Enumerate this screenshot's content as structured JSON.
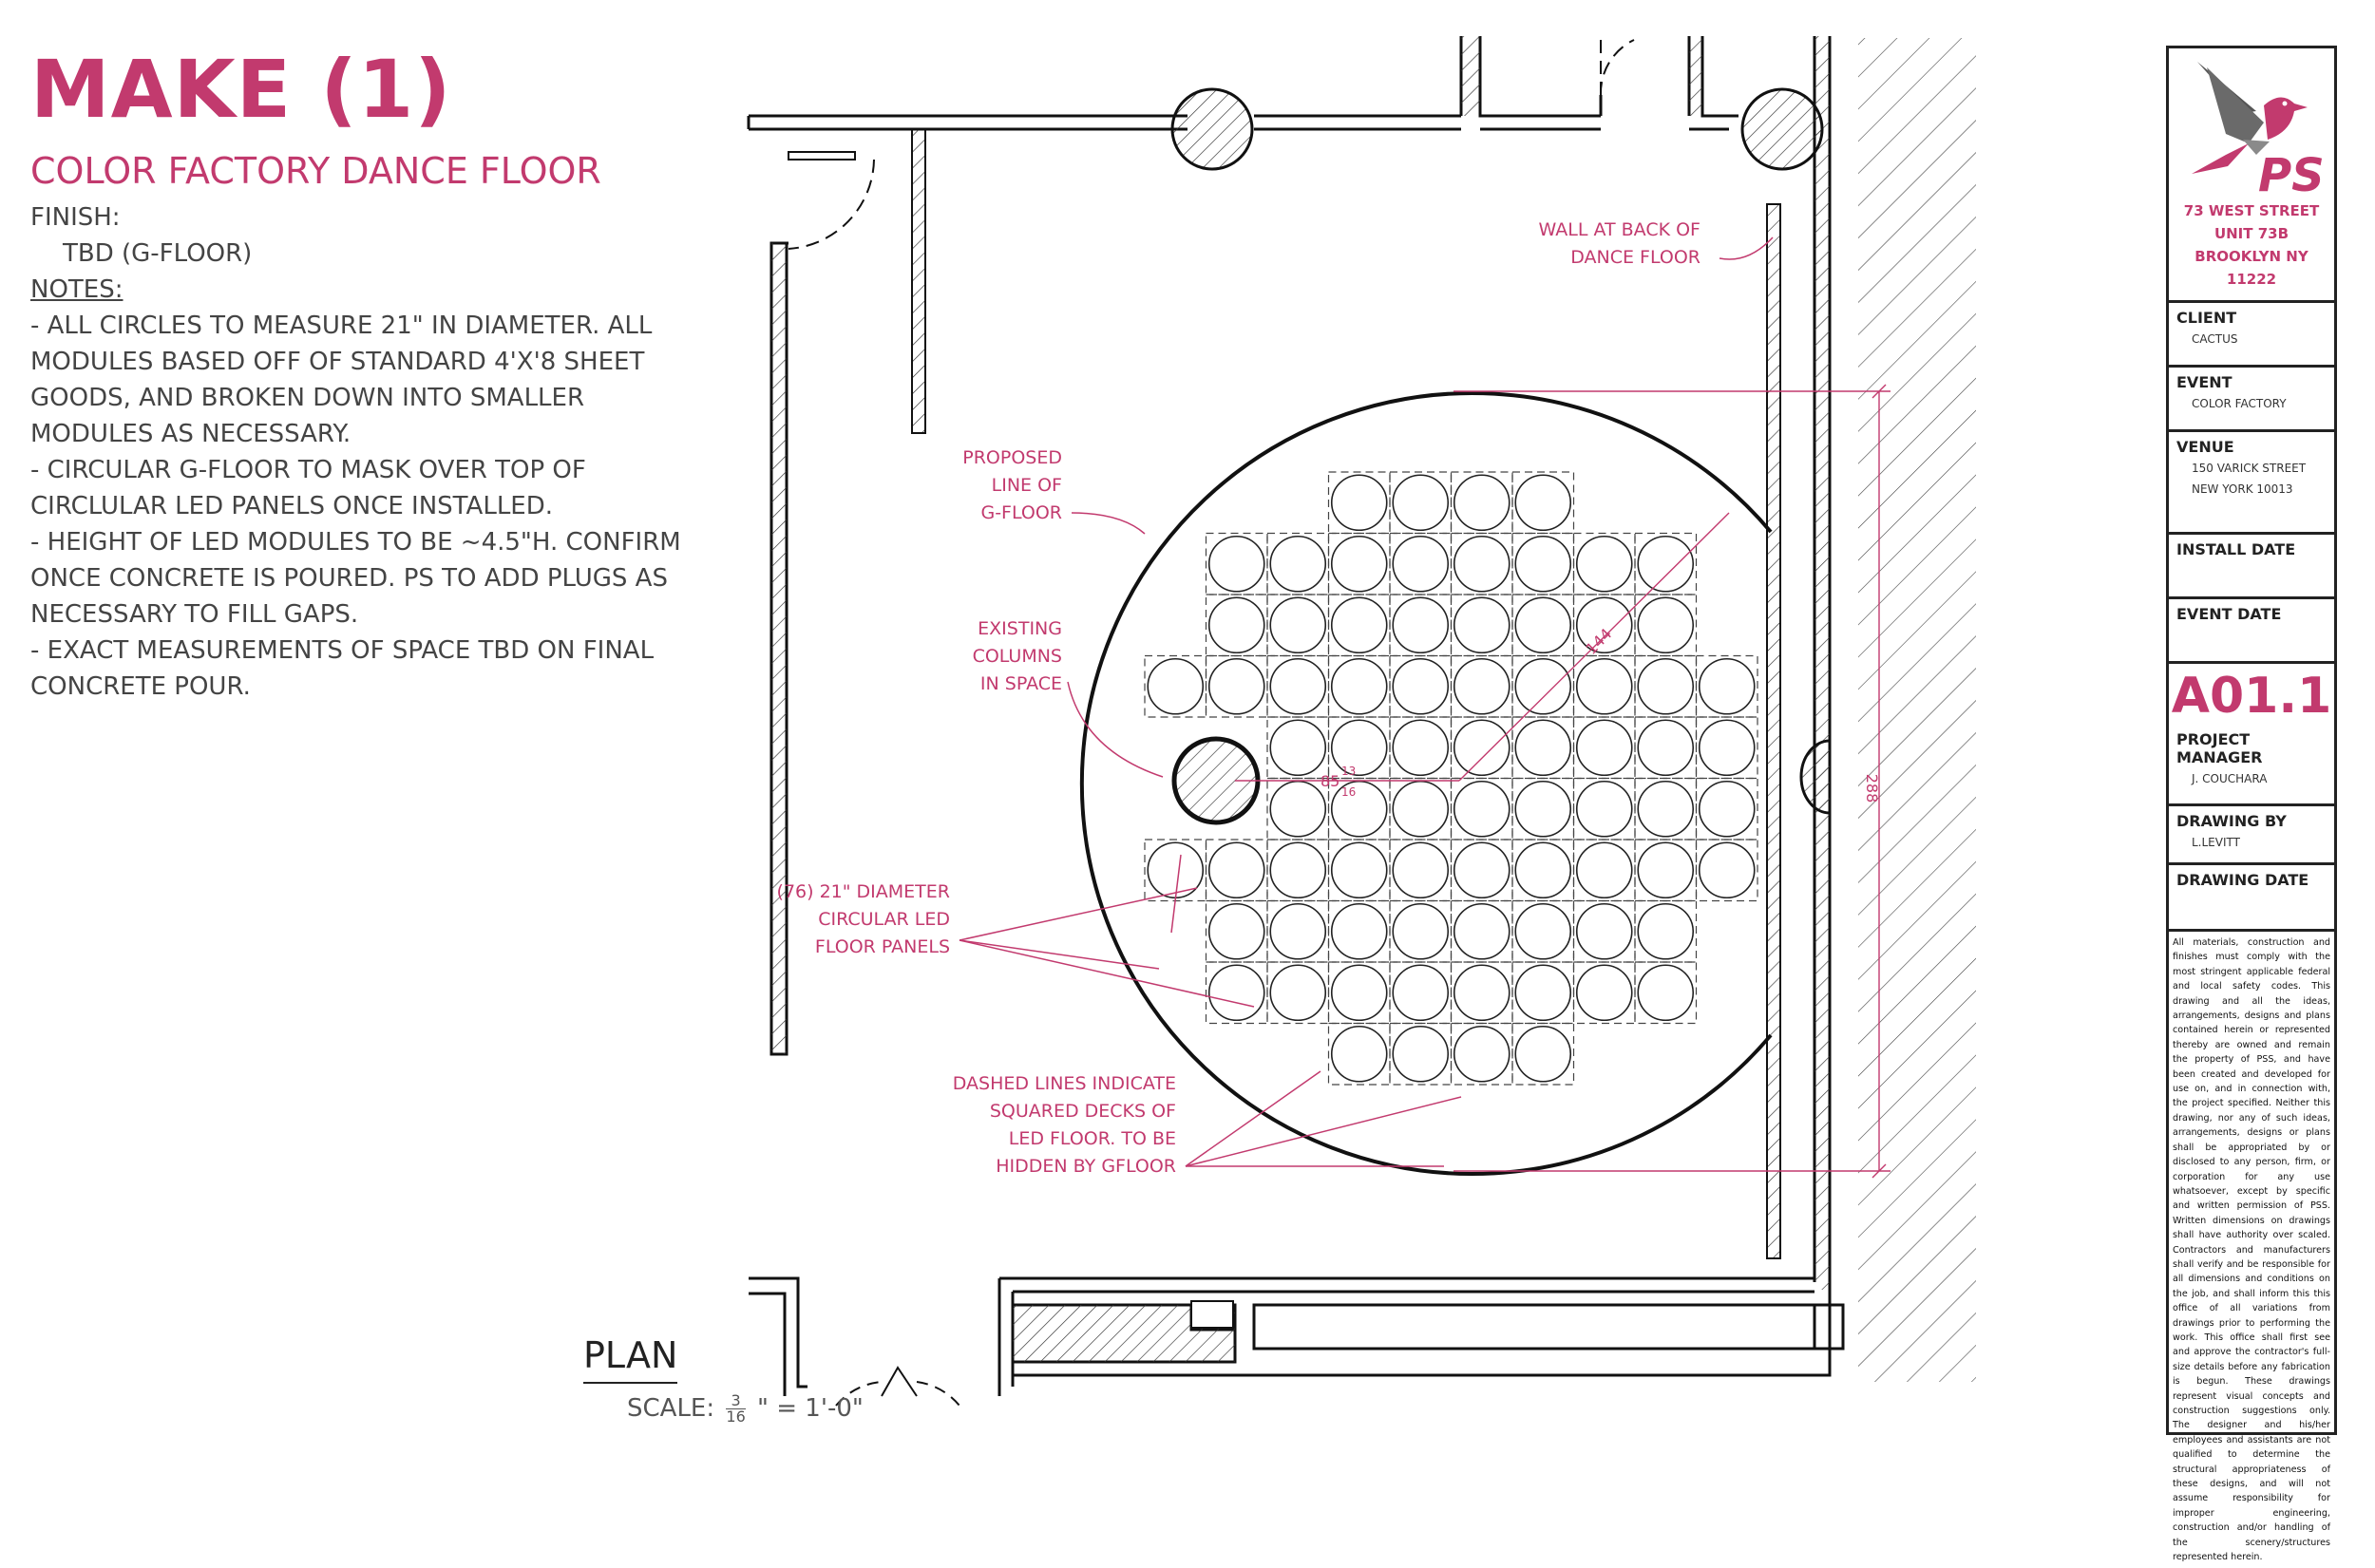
{
  "header": {
    "title": "MAKE (1)",
    "subtitle": "COLOR FACTORY DANCE FLOOR",
    "finish_label": "FINISH:",
    "finish_value": "TBD (G-FLOOR)",
    "notes_label": "NOTES:",
    "notes": [
      "- ALL CIRCLES TO MEASURE 21\" IN DIAMETER. ALL MODULES BASED OFF OF STANDARD 4'X'8 SHEET GOODS, AND BROKEN DOWN INTO SMALLER MODULES AS NECESSARY.",
      "- CIRCULAR G-FLOOR TO MASK OVER TOP OF CIRCLULAR LED PANELS ONCE INSTALLED.",
      "- HEIGHT OF LED MODULES TO BE ~4.5\"H. CONFIRM ONCE CONCRETE IS POURED. PS TO ADD PLUGS AS NECESSARY TO FILL GAPS.",
      "- EXACT MEASUREMENTS OF SPACE TBD ON FINAL CONCRETE POUR."
    ]
  },
  "plan": {
    "title": "PLAN",
    "scale_label": "SCALE:",
    "scale_num": "3",
    "scale_den": "16",
    "scale_rest": "\" = 1'-0\"",
    "annotations": {
      "wall_back": [
        "WALL AT BACK OF",
        "DANCE FLOOR"
      ],
      "proposed": [
        "PROPOSED",
        "LINE OF",
        "G-FLOOR"
      ],
      "columns": [
        "EXISTING",
        "COLUMNS",
        "IN SPACE"
      ],
      "panels": [
        "(76) 21\" DIAMETER",
        "CIRCULAR LED",
        "FLOOR PANELS"
      ],
      "dashed": [
        "DASHED LINES INDICATE",
        "SQUARED DECKS OF",
        "LED FLOOR. TO BE",
        "HIDDEN BY GFLOOR"
      ]
    },
    "dimensions": {
      "diameter": "144",
      "height": "288",
      "offset_whole": "85",
      "offset_num": "13",
      "offset_den": "16"
    },
    "panel_rows": [
      {
        "cols": [
          3,
          4,
          5,
          6
        ],
        "row": 0
      },
      {
        "cols": [
          1,
          2,
          3,
          4,
          5,
          6,
          7,
          8
        ],
        "row": 1
      },
      {
        "cols": [
          1,
          2,
          3,
          4,
          5,
          6,
          7,
          8
        ],
        "row": 2
      },
      {
        "cols": [
          0,
          1,
          2,
          3,
          4,
          5,
          6,
          7,
          8,
          9
        ],
        "row": 3
      },
      {
        "cols": [
          2,
          3,
          4,
          5,
          6,
          7,
          8,
          9
        ],
        "row": 4
      },
      {
        "cols": [
          2,
          3,
          4,
          5,
          6,
          7,
          8,
          9
        ],
        "row": 5
      },
      {
        "cols": [
          0,
          1,
          2,
          3,
          4,
          5,
          6,
          7,
          8,
          9
        ],
        "row": 6
      },
      {
        "cols": [
          1,
          2,
          3,
          4,
          5,
          6,
          7,
          8
        ],
        "row": 7
      },
      {
        "cols": [
          1,
          2,
          3,
          4,
          5,
          6,
          7,
          8
        ],
        "row": 8
      },
      {
        "cols": [
          3,
          4,
          5,
          6
        ],
        "row": 9
      }
    ],
    "colors": {
      "accent": "#c23a6e",
      "line": "#111111"
    }
  },
  "title_block": {
    "logo_text": "PS",
    "address": [
      "73 WEST STREET",
      "UNIT 73B",
      "BROOKLYN NY 11222"
    ],
    "client_label": "CLIENT",
    "client_value": "CACTUS",
    "event_label": "EVENT",
    "event_value": "COLOR FACTORY",
    "venue_label": "VENUE",
    "venue_value": [
      "150 VARICK STREET",
      "NEW YORK 10013"
    ],
    "install_date_label": "INSTALL DATE",
    "event_date_label": "EVENT DATE",
    "sheet_number": "A01.1",
    "pm_label": "PROJECT MANAGER",
    "pm_value": "J. COUCHARA",
    "drawing_by_label": "DRAWING BY",
    "drawing_by_value": "L.LEVITT",
    "drawing_date_label": "DRAWING DATE",
    "legal": "All materials, construction and finishes must comply with the most stringent applicable federal and local safety codes. This drawing and all the ideas, arrangements, designs and plans contained herein or represented thereby are owned and remain the property of PSS, and have been created and developed for use on, and in connection with, the project specified. Neither this drawing, nor any of such ideas, arrangements, designs or plans shall be appropriated by or disclosed to any person, firm, or corporation for any use whatsoever, except by specific and written permission of PSS. Written dimensions on drawings shall have authority over scaled. Contractors and manufacturers shall verify and be responsible for all dimensions and conditions on the job, and shall inform this this office of all variations from drawings prior to performing the work. This office shall first see and approve the contractor's full-size details before any fabrication is begun. These drawings represent visual concepts and construction suggestions only. The designer and his/her employees and assistants are not qualified to determine the structural appropriateness of these designs, and will not assume responsibility for improper engineering, construction and/or handling of the scenery/structures represented herein."
  }
}
